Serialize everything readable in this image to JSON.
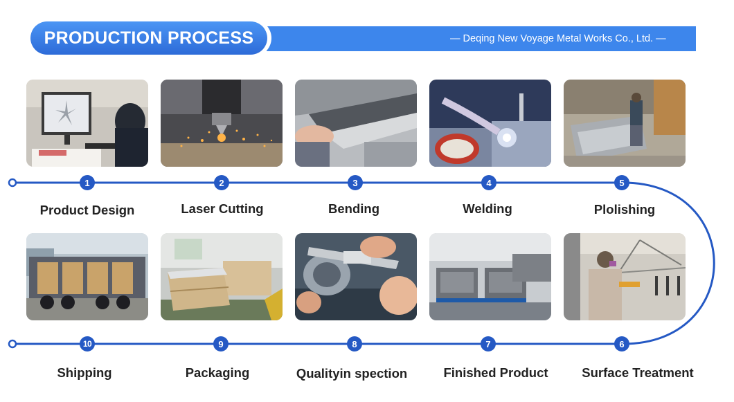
{
  "header": {
    "title": "PRODUCTION PROCESS",
    "company": "— Deqing New Voyage Metal Works Co., Ltd. —"
  },
  "colors": {
    "header_blue": "#3d86ec",
    "line_blue": "#2559c4",
    "label_text": "#222222"
  },
  "steps": [
    {
      "number": "1",
      "label": "Product Design",
      "image": "computer-design-photo"
    },
    {
      "number": "2",
      "label": "Laser Cutting",
      "image": "laser-cutting-photo"
    },
    {
      "number": "3",
      "label": "Bending",
      "image": "bending-photo"
    },
    {
      "number": "4",
      "label": "Welding",
      "image": "welding-photo"
    },
    {
      "number": "5",
      "label": "Plolishing",
      "image": "polishing-photo"
    },
    {
      "number": "6",
      "label": "Surface Treatment",
      "image": "spray-painting-photo"
    },
    {
      "number": "7",
      "label": "Finished Product",
      "image": "finished-product-photo"
    },
    {
      "number": "8",
      "label": "Qualityin spection",
      "image": "caliper-inspection-photo"
    },
    {
      "number": "9",
      "label": "Packaging",
      "image": "wooden-crate-photo"
    },
    {
      "number": "10",
      "label": "Shipping",
      "image": "truck-photo"
    }
  ]
}
